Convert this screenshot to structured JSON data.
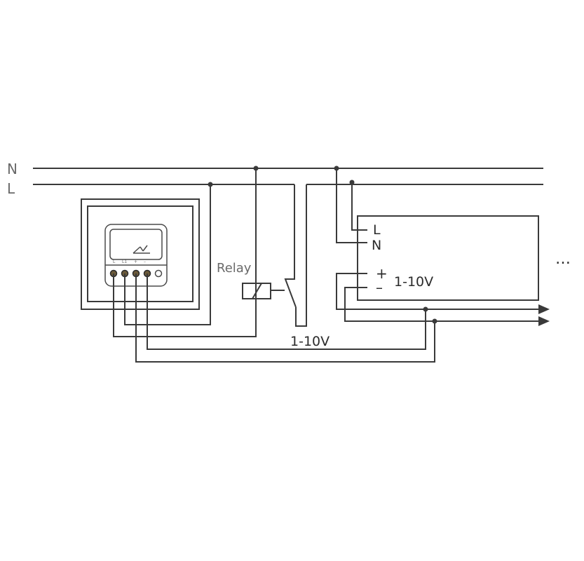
{
  "lines": {
    "neutral": "N",
    "live": "L"
  },
  "relay": {
    "label": "Relay"
  },
  "control_signal": {
    "label": "1-10V"
  },
  "driver": {
    "terminal_l": "L",
    "terminal_n": "N",
    "terminal_plus": "+",
    "terminal_minus": "–",
    "signal_label": "1-10V"
  },
  "dimmer": {
    "terminal_l": "L",
    "terminal_l1": "L1",
    "terminal_plus": "+",
    "terminal_minus": "–"
  },
  "continuation": "…",
  "colors": {
    "wire": "#3a3a3a",
    "terminal_fill": "#6b5a3a"
  }
}
